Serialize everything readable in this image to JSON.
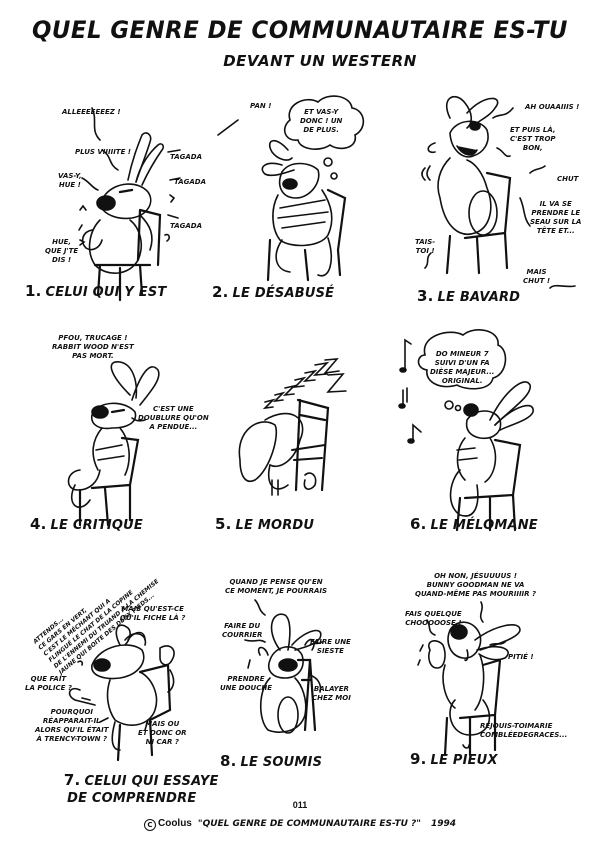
{
  "header": {
    "title": "QUEL GENRE DE COMMUNAUTAIRE ES-TU",
    "subtitle": "DEVANT UN WESTERN"
  },
  "panels": [
    {
      "number": "1.",
      "caption": "CELUI QUI Y EST",
      "dialogue": [
        "ALLEEEEEEEZ !",
        "PLUS VIIIIITE !",
        "VAS-Y,\nHUE !",
        "TAGADA",
        "TAGADA",
        "TAGADA",
        "HUE,\nQUE J'TE\nDIS !"
      ]
    },
    {
      "number": "2.",
      "caption": "LE DÉSABUSÉ",
      "dialogue": [
        "PAN !",
        "ET VAS-Y\nDONC ! UN\nDE PLUS."
      ]
    },
    {
      "number": "3.",
      "caption": "LE BAVARD",
      "dialogue": [
        "AH OUAAIIIS !",
        "ET PUIS LÀ,\nC'EST TROP\nBON,",
        "CHUT",
        "IL VA SE\nPRENDRE LE\nSEAU SUR LA\nTÊTE ET...",
        "TAIS-\nTOI !",
        "MAIS\nCHUT !"
      ]
    },
    {
      "number": "4.",
      "caption": "LE CRITIQUE",
      "dialogue": [
        "PFOU, TRUCAGE !\nRABBIT WOOD N'EST\nPAS MORT.",
        "C'EST UNE\nDOUBLURE QU'ON\nA PENDUE..."
      ]
    },
    {
      "number": "5.",
      "caption": "LE MORDU",
      "dialogue": [
        "ZZZZZZZZ"
      ]
    },
    {
      "number": "6.",
      "caption": "LE MÉLOMANE",
      "dialogue": [
        "DO MINEUR 7\nSUIVI D'UN FA\nDIÈSE MAJEUR...\nORIGINAL."
      ]
    },
    {
      "number": "7.",
      "caption": "CELUI QUI ESSAYE\nDE COMPRENDRE",
      "dialogue": [
        "ATTENDS...\nCE GARS EN VERT,\nC'EST LE MÉCHANT QUI A\nFLINGUÉ LE CHAT DE LA COPINE\nDE L'ENNEMI DU TRUAND À LA CHEMISE\nJAUNE QUI BOITE DES DEUX PIEDS...",
        "MAIS QU'EST-CE\nQU'IL FICHE LÀ ?",
        "QUE FAIT\nLA POLICE ?",
        "POURQUOI\nRÉAPPARAIT-IL\nALORS QU'IL ÉTAIT\nÀ TRENCY-TOWN ?",
        "MAIS OU\nET DONC OR\nNI CAR ?"
      ]
    },
    {
      "number": "8.",
      "caption": "LE SOUMIS",
      "dialogue": [
        "QUAND JE PENSE QU'EN\nCE MOMENT, JE POURRAIS",
        "FAIRE DU\nCOURRIER",
        "FAIRE UNE\nSIESTE",
        "PRENDRE\nUNE DOUCHE",
        "BALAYER\nCHEZ MOI"
      ]
    },
    {
      "number": "9.",
      "caption": "LE PIEUX",
      "dialogue": [
        "OH NON, JÉSUUUUS !\nBUNNY GOODMAN NE VA\nQUAND-MÊME PAS MOURIIIIR ?",
        "FAIS QUELQUE\nCHOOOOOSE !",
        "PITIÉ !",
        "RÉJOUIS-TOIMARIE\nCOMBLÉEDEGRACES..."
      ]
    }
  ],
  "footer": {
    "page_number": "011",
    "copyright_symbol": "C",
    "author": "Coolus",
    "work_title": "\"QUEL GENRE DE COMMUNAUTAIRE ES-TU ?\"",
    "year": "1994"
  }
}
